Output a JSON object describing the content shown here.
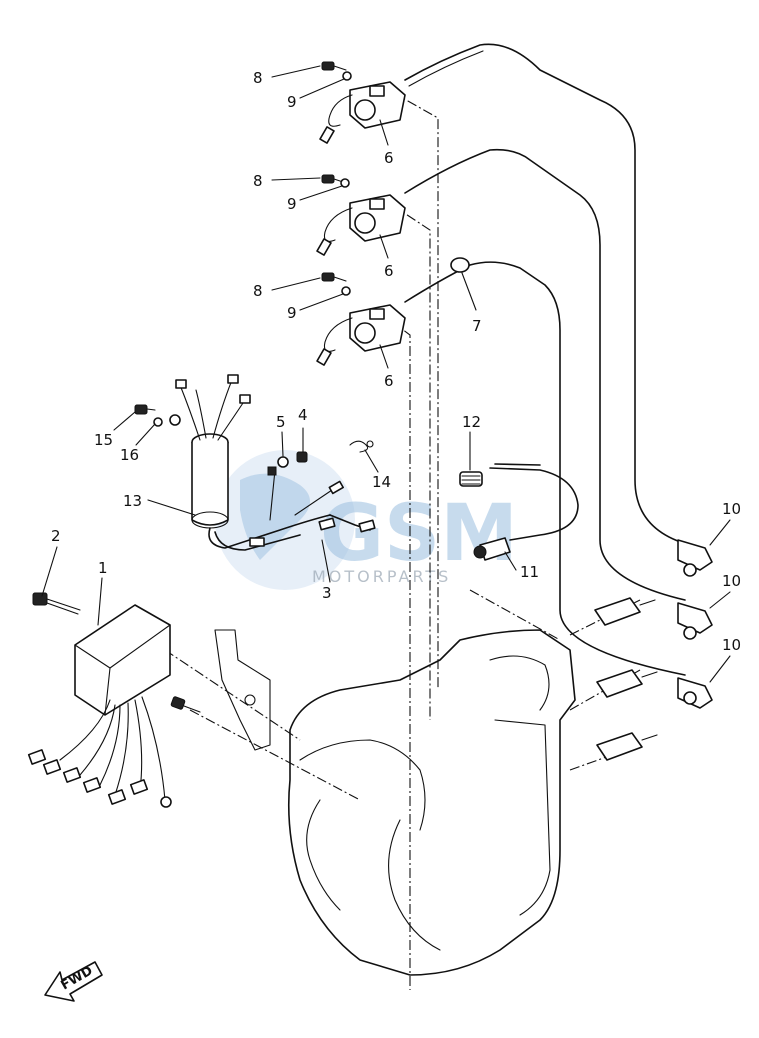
{
  "callouts": {
    "c1": "1",
    "c2": "2",
    "c3": "3",
    "c4": "4",
    "c5": "5",
    "c6a": "6",
    "c6b": "6",
    "c6c": "6",
    "c7": "7",
    "c8a": "8",
    "c8b": "8",
    "c8c": "8",
    "c9a": "9",
    "c9b": "9",
    "c9c": "9",
    "c10a": "10",
    "c10b": "10",
    "c10c": "10",
    "c11": "11",
    "c12": "12",
    "c13": "13",
    "c14": "14",
    "c15": "15",
    "c16": "16"
  },
  "direction_arrow": {
    "label": "FWD"
  },
  "watermark": {
    "brand": "GSM",
    "sub": "MOTORPARTS",
    "color": "#9bbfe0"
  }
}
